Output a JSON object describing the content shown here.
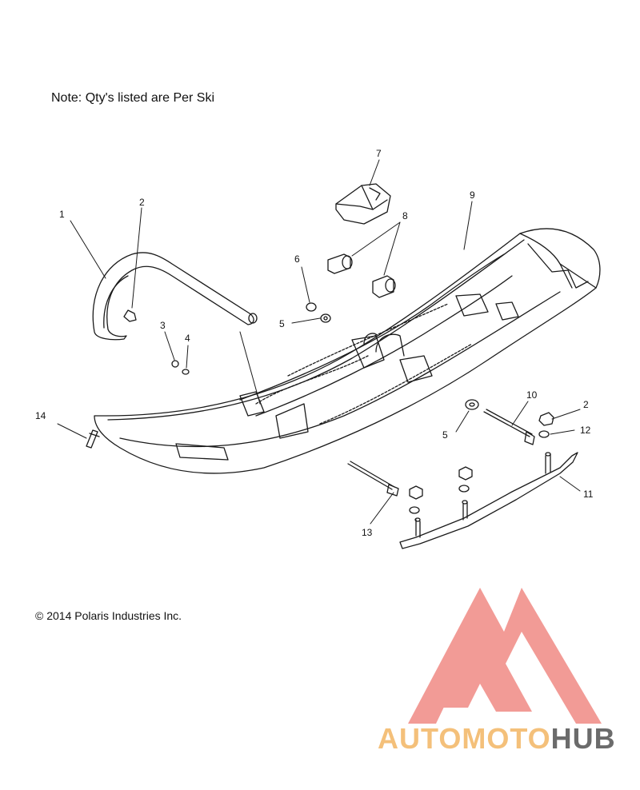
{
  "note": "Note: Qty's listed are Per Ski",
  "copyright": "© 2014 Polaris Industries Inc.",
  "watermark": {
    "word_light": "AUTOMOTO",
    "word_dark": "HUB",
    "color_light": "#f4c07a",
    "color_dark": "#6b6b6b",
    "logo_color": "#f08a84"
  },
  "callouts": [
    {
      "id": "1",
      "label": "1",
      "part": "handle-loop"
    },
    {
      "id": "2a",
      "label": "2",
      "part": "nut"
    },
    {
      "id": "3",
      "label": "3",
      "part": "nut"
    },
    {
      "id": "4",
      "label": "4",
      "part": "washer"
    },
    {
      "id": "5a",
      "label": "5",
      "part": "washer"
    },
    {
      "id": "6",
      "label": "6",
      "part": "nut"
    },
    {
      "id": "7",
      "label": "7",
      "part": "spindle-saddle"
    },
    {
      "id": "8",
      "label": "8",
      "part": "bushing"
    },
    {
      "id": "9",
      "label": "9",
      "part": "ski"
    },
    {
      "id": "10",
      "label": "10",
      "part": "bolt"
    },
    {
      "id": "2b",
      "label": "2",
      "part": "nut"
    },
    {
      "id": "12",
      "label": "12",
      "part": "washer"
    },
    {
      "id": "5b",
      "label": "5",
      "part": "washer"
    },
    {
      "id": "11",
      "label": "11",
      "part": "carbide-runner"
    },
    {
      "id": "13",
      "label": "13",
      "part": "bolt"
    },
    {
      "id": "14",
      "label": "14",
      "part": "rivet"
    }
  ]
}
